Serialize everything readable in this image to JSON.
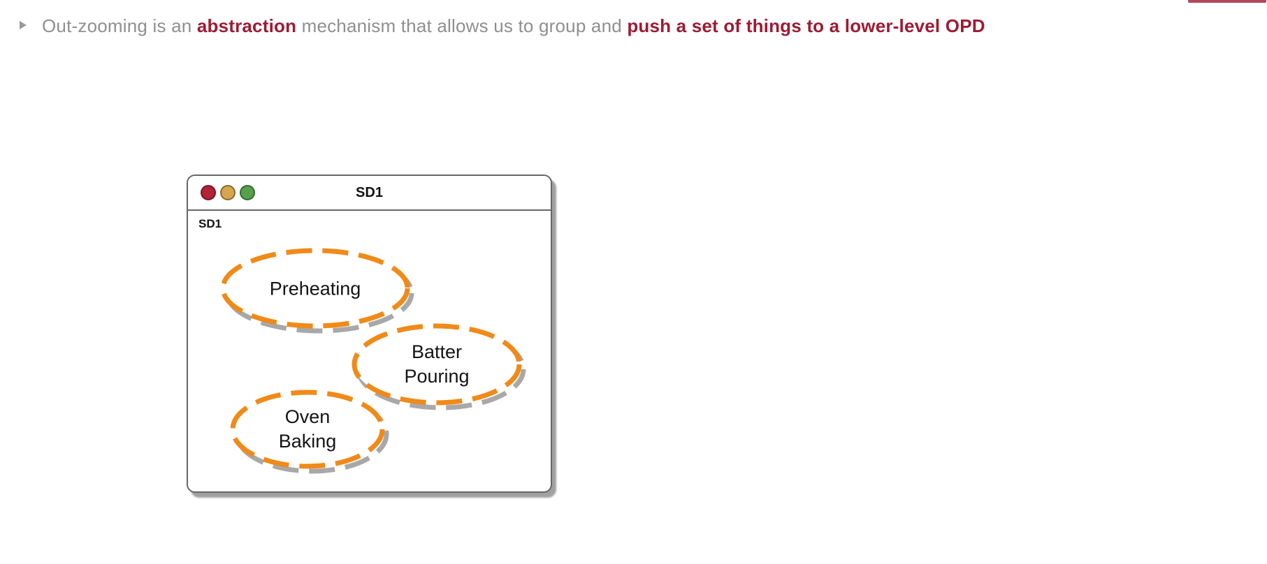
{
  "slide": {
    "bullet": {
      "icon": "triangle-right-bullet",
      "segments": [
        {
          "text": "Out-zooming is an ",
          "emphasis": false
        },
        {
          "text": "abstraction",
          "emphasis": true
        },
        {
          "text": " mechanism that allows us to group and ",
          "emphasis": false
        },
        {
          "text": "push a set of things to a lower-level OPD",
          "emphasis": true
        }
      ]
    }
  },
  "opd_window": {
    "title": "SD1",
    "body_label": "SD1",
    "traffic_lights": [
      {
        "name": "close",
        "color": "#b22335"
      },
      {
        "name": "minimize",
        "color": "#d7a54e"
      },
      {
        "name": "zoom",
        "color": "#5a9e50"
      }
    ],
    "processes": [
      {
        "id": "preheating",
        "lines": [
          "Preheating"
        ]
      },
      {
        "id": "batter-pouring",
        "lines": [
          "Batter",
          "Pouring"
        ]
      },
      {
        "id": "oven-baking",
        "lines": [
          "Oven",
          "Baking"
        ]
      }
    ]
  },
  "colors": {
    "body_text_gray": "#8f8f8f",
    "accent_red": "#9d1b33",
    "process_orange": "#f08a18",
    "shadow_gray": "#a8a8a8",
    "window_border": "#666666"
  }
}
